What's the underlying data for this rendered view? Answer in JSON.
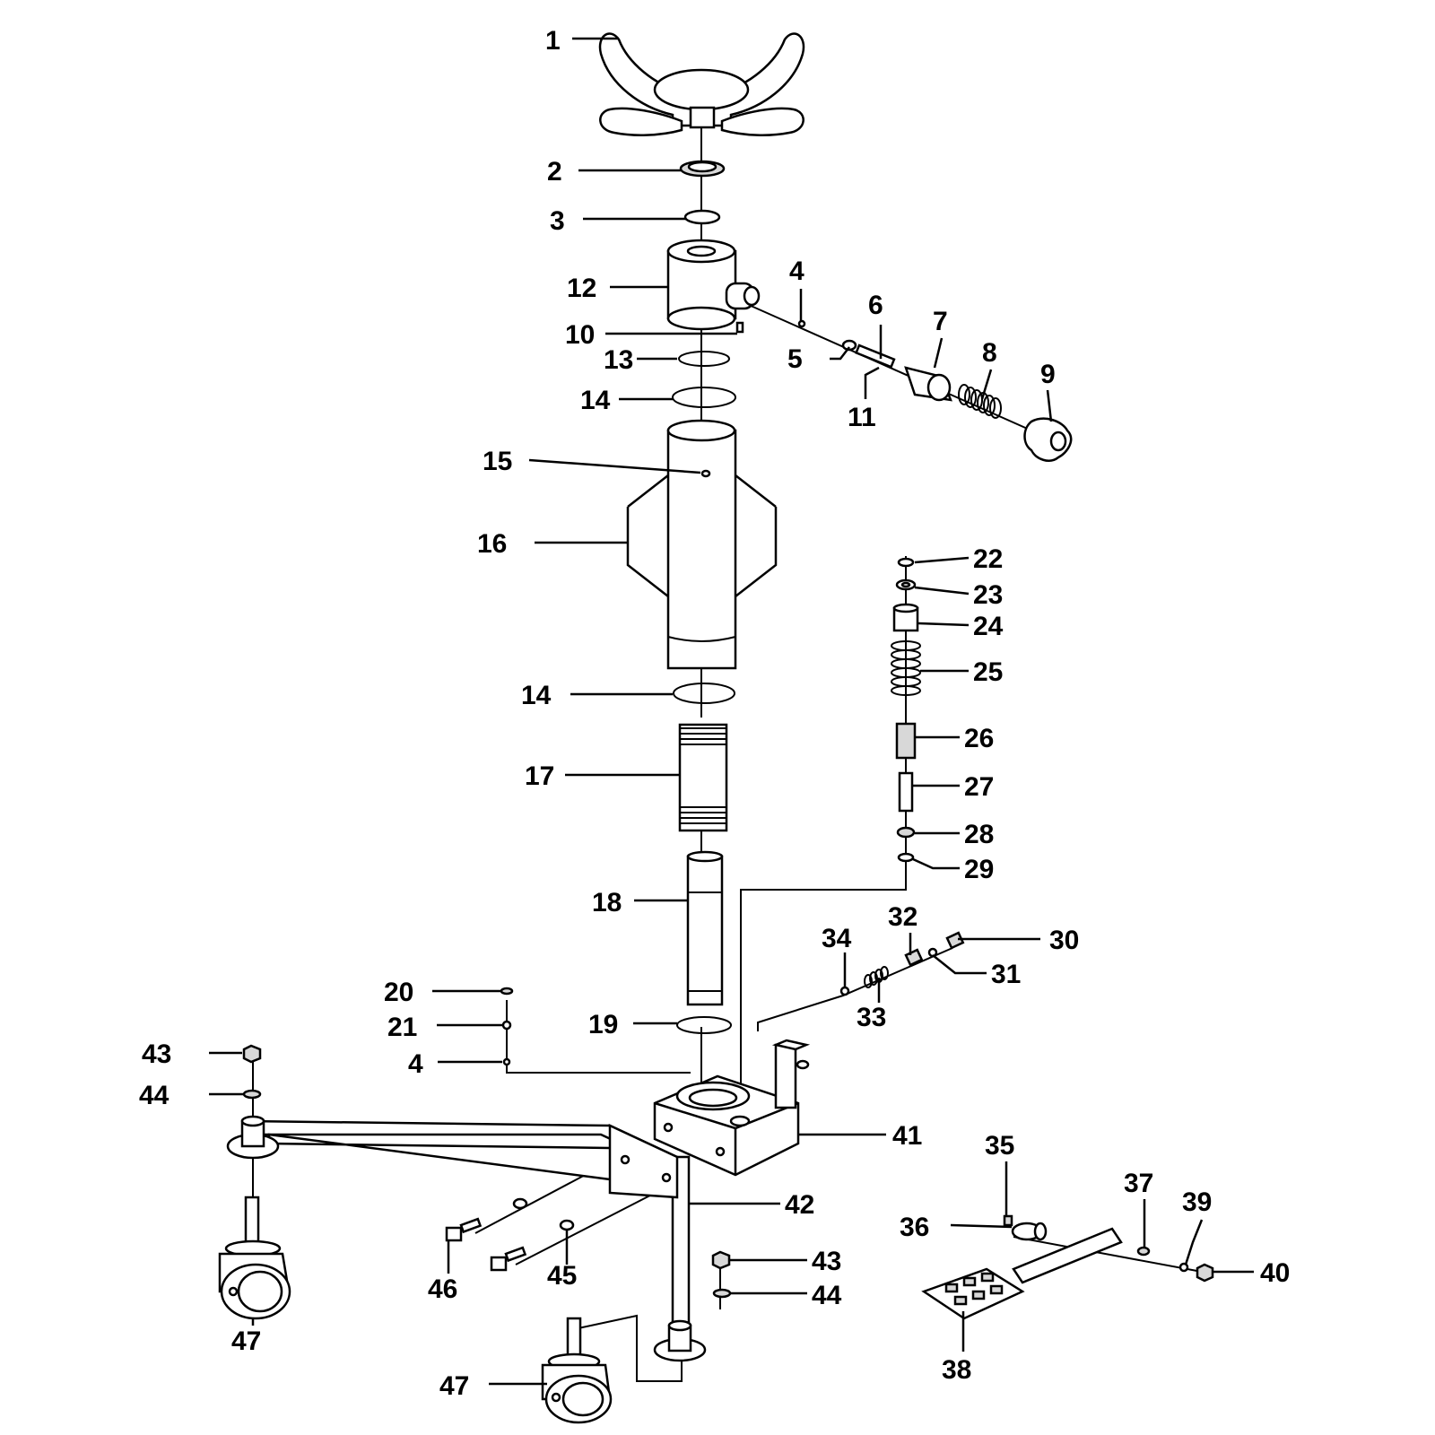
{
  "diagram": {
    "callouts": [
      {
        "id": "c1",
        "label": "1"
      },
      {
        "id": "c2",
        "label": "2"
      },
      {
        "id": "c3",
        "label": "3"
      },
      {
        "id": "c4a",
        "label": "4"
      },
      {
        "id": "c4b",
        "label": "4"
      },
      {
        "id": "c5",
        "label": "5"
      },
      {
        "id": "c6",
        "label": "6"
      },
      {
        "id": "c7",
        "label": "7"
      },
      {
        "id": "c8",
        "label": "8"
      },
      {
        "id": "c9",
        "label": "9"
      },
      {
        "id": "c10",
        "label": "10"
      },
      {
        "id": "c11",
        "label": "11"
      },
      {
        "id": "c12",
        "label": "12"
      },
      {
        "id": "c13",
        "label": "13"
      },
      {
        "id": "c14a",
        "label": "14"
      },
      {
        "id": "c14b",
        "label": "14"
      },
      {
        "id": "c15",
        "label": "15"
      },
      {
        "id": "c16",
        "label": "16"
      },
      {
        "id": "c17",
        "label": "17"
      },
      {
        "id": "c18",
        "label": "18"
      },
      {
        "id": "c19",
        "label": "19"
      },
      {
        "id": "c20",
        "label": "20"
      },
      {
        "id": "c21",
        "label": "21"
      },
      {
        "id": "c22",
        "label": "22"
      },
      {
        "id": "c23",
        "label": "23"
      },
      {
        "id": "c24",
        "label": "24"
      },
      {
        "id": "c25",
        "label": "25"
      },
      {
        "id": "c26",
        "label": "26"
      },
      {
        "id": "c27",
        "label": "27"
      },
      {
        "id": "c28",
        "label": "28"
      },
      {
        "id": "c29",
        "label": "29"
      },
      {
        "id": "c30",
        "label": "30"
      },
      {
        "id": "c31",
        "label": "31"
      },
      {
        "id": "c32",
        "label": "32"
      },
      {
        "id": "c33",
        "label": "33"
      },
      {
        "id": "c34",
        "label": "34"
      },
      {
        "id": "c35",
        "label": "35"
      },
      {
        "id": "c36",
        "label": "36"
      },
      {
        "id": "c37",
        "label": "37"
      },
      {
        "id": "c38",
        "label": "38"
      },
      {
        "id": "c39",
        "label": "39"
      },
      {
        "id": "c40",
        "label": "40"
      },
      {
        "id": "c41",
        "label": "41"
      },
      {
        "id": "c42",
        "label": "42"
      },
      {
        "id": "c43a",
        "label": "43"
      },
      {
        "id": "c43b",
        "label": "43"
      },
      {
        "id": "c44a",
        "label": "44"
      },
      {
        "id": "c44b",
        "label": "44"
      },
      {
        "id": "c45",
        "label": "45"
      },
      {
        "id": "c46",
        "label": "46"
      },
      {
        "id": "c47a",
        "label": "47"
      },
      {
        "id": "c47b",
        "label": "47"
      }
    ]
  }
}
